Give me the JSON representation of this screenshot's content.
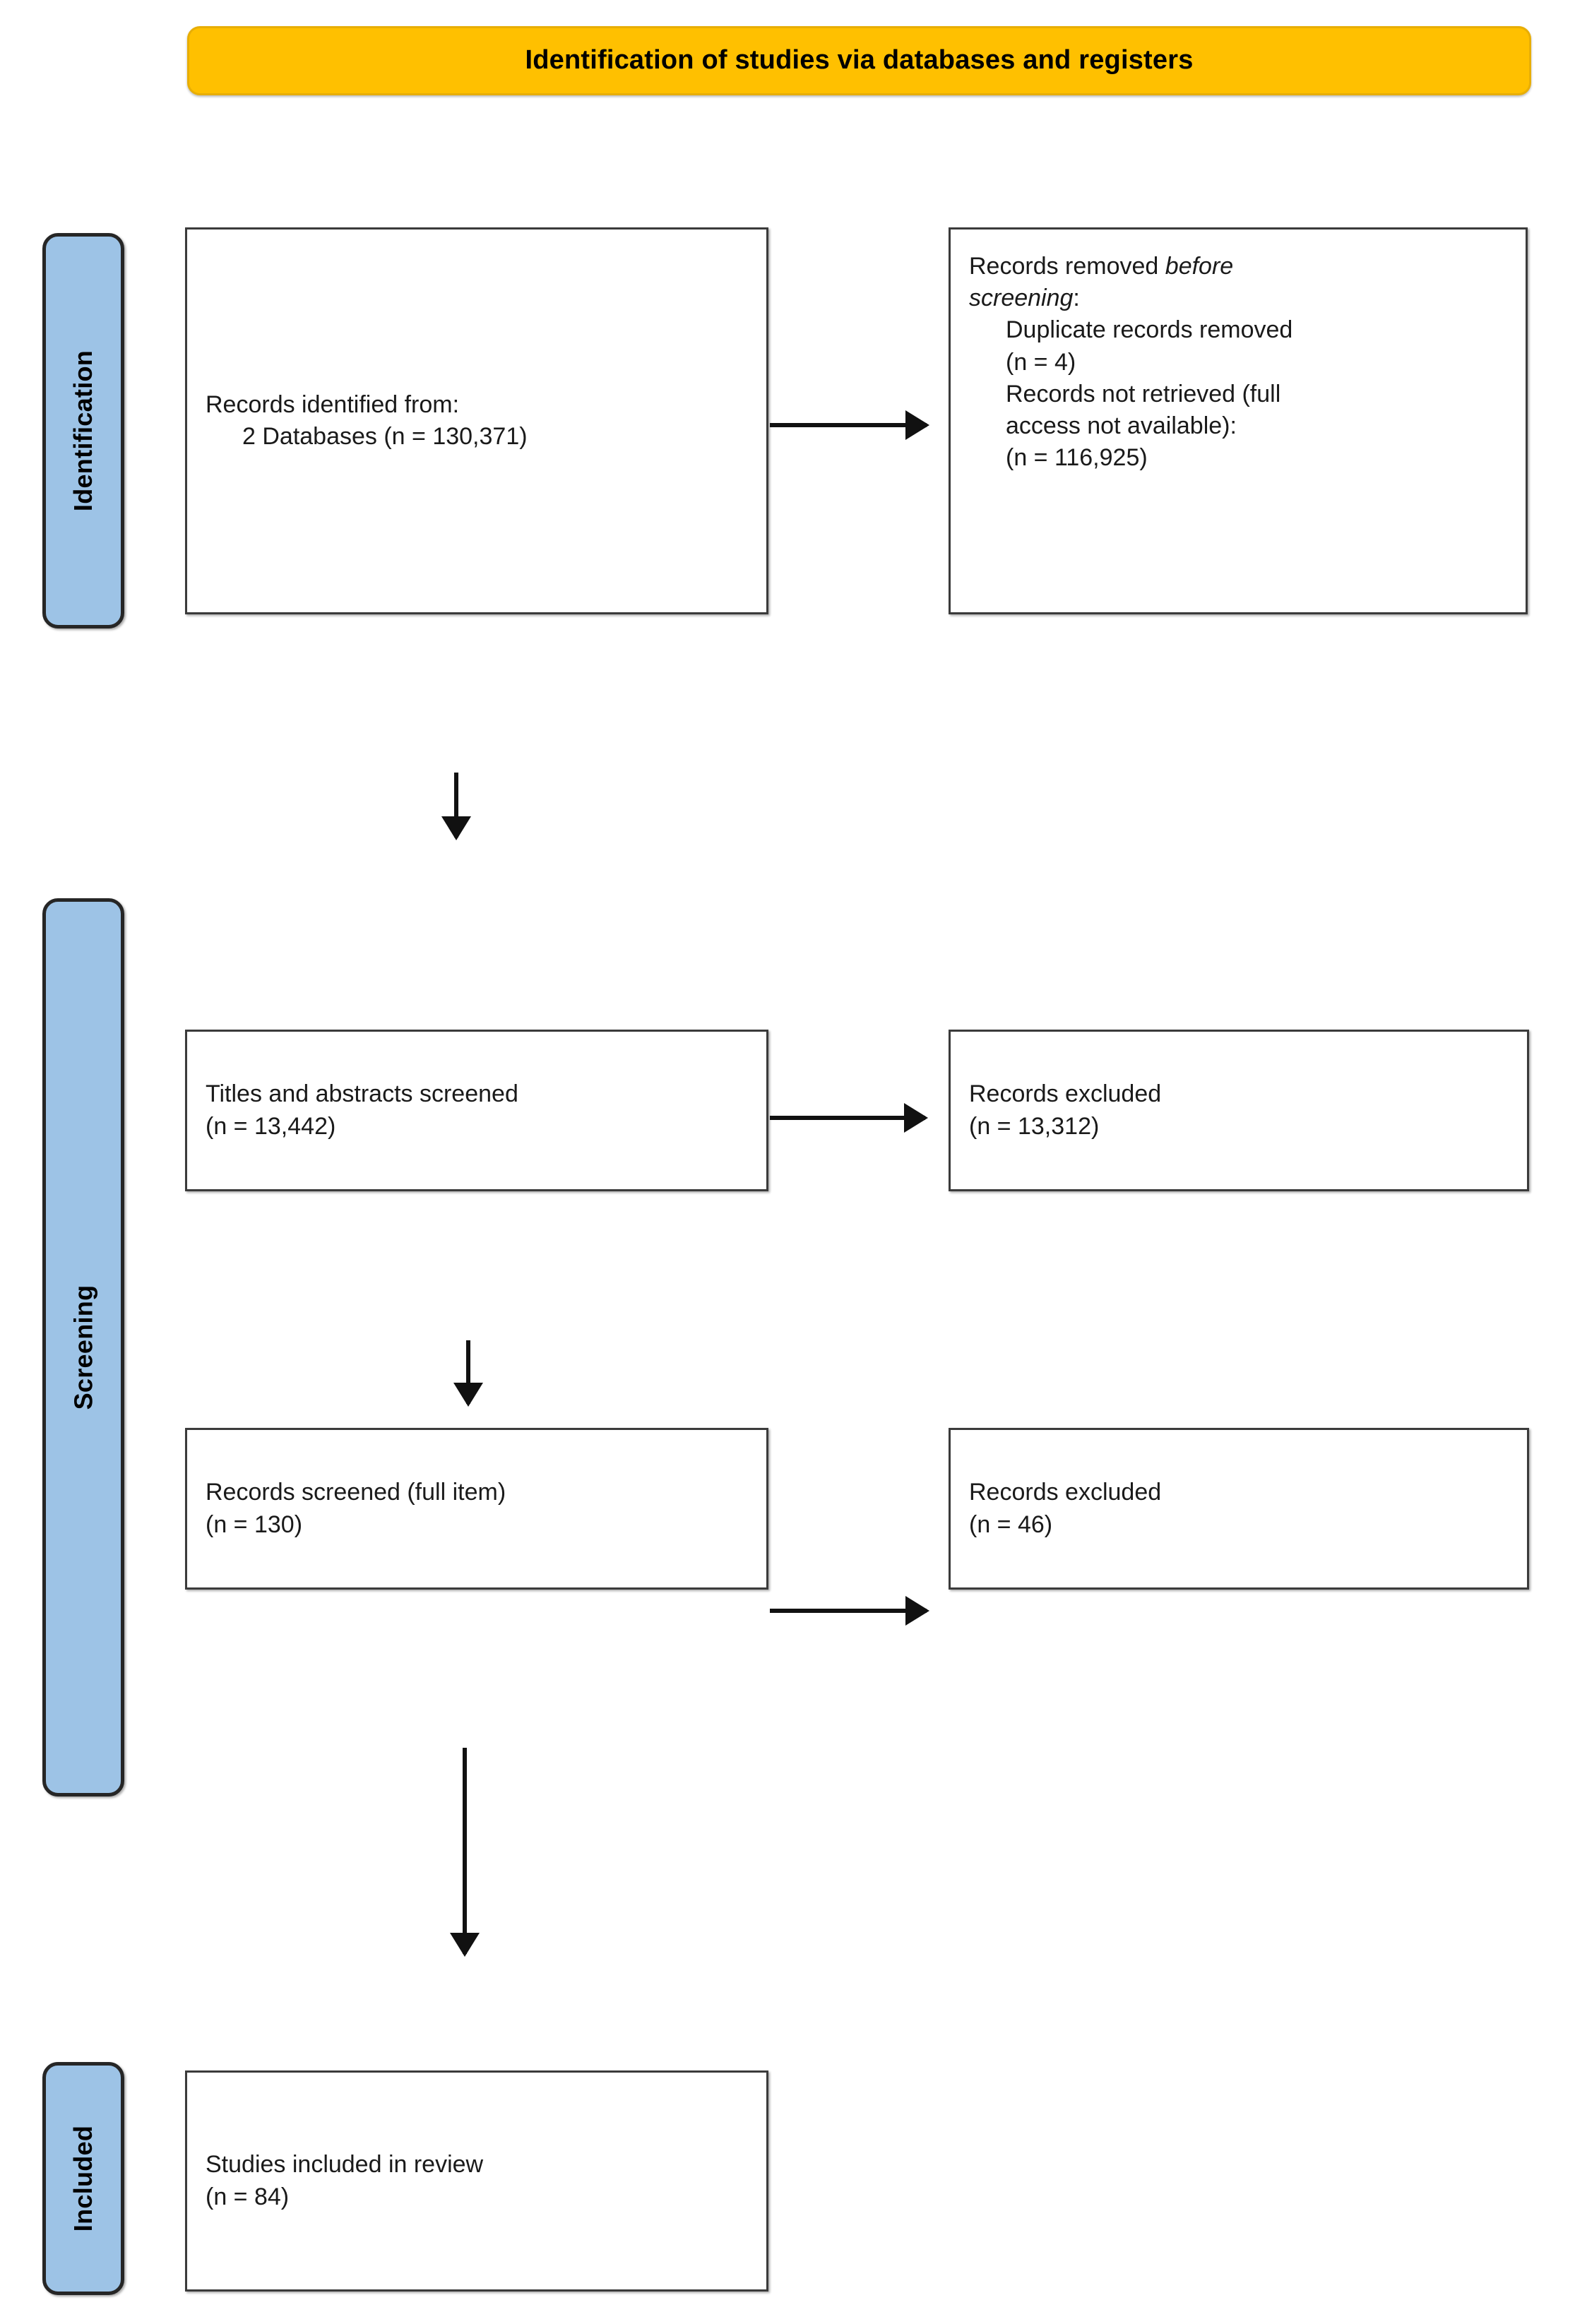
{
  "banner": {
    "title": "Identification of studies via databases and registers"
  },
  "colors": {
    "banner_fill": "#FFC000",
    "banner_border": "#E8AE06",
    "stage_fill": "#9DC3E6",
    "stage_border": "#262626",
    "box_border": "#3B3B3B",
    "arrow": "#111111",
    "text": "#000000"
  },
  "stages": [
    {
      "id": "identification",
      "label": "Identification"
    },
    {
      "id": "screening",
      "label": "Screening"
    },
    {
      "id": "included",
      "label": "Included"
    }
  ],
  "boxes": {
    "identified": {
      "line1": "Records identified from:",
      "line2": "2 Databases (n = 130,371)"
    },
    "removed": {
      "line1a": "Records removed ",
      "line1b": "before",
      "line2a": "screening",
      "line2b": ":",
      "line3": "Duplicate records removed",
      "line4": "(n = 4)",
      "line5": "Records not retrieved (full",
      "line6": "access not available):",
      "line7": "(n = 116,925)"
    },
    "titles_screened": {
      "line1": "Titles and abstracts screened",
      "line2": "(n = 13,442)"
    },
    "excluded_1": {
      "line1": "Records excluded",
      "line2": "(n = 13,312)"
    },
    "fulltext_screened": {
      "line1": "Records screened (full item)",
      "line2": "(n = 130)"
    },
    "excluded_2": {
      "line1": "Records excluded",
      "line2": "(n = 46)"
    },
    "included": {
      "line1": "Studies included in review",
      "line2": "(n = 84)"
    }
  },
  "chart_data": {
    "type": "diagram",
    "title": "Identification of studies via databases and registers",
    "stages": [
      "Identification",
      "Screening",
      "Included"
    ],
    "nodes": [
      {
        "id": "identified",
        "stage": "Identification",
        "label": "Records identified from: 2 Databases",
        "n": 130371
      },
      {
        "id": "removed_duplicate",
        "stage": "Identification",
        "label": "Records removed before screening: Duplicate records removed",
        "n": 4
      },
      {
        "id": "removed_notretrieved",
        "stage": "Identification",
        "label": "Records removed before screening: Records not retrieved (full access not available)",
        "n": 116925
      },
      {
        "id": "titles_screened",
        "stage": "Screening",
        "label": "Titles and abstracts screened",
        "n": 13442
      },
      {
        "id": "excluded_1",
        "stage": "Screening",
        "label": "Records excluded",
        "n": 13312
      },
      {
        "id": "fulltext_screened",
        "stage": "Screening",
        "label": "Records screened (full item)",
        "n": 130
      },
      {
        "id": "excluded_2",
        "stage": "Screening",
        "label": "Records excluded",
        "n": 46
      },
      {
        "id": "included",
        "stage": "Included",
        "label": "Studies included in review",
        "n": 84
      }
    ],
    "edges": [
      {
        "from": "identified",
        "to": "removed_duplicate",
        "direction": "right"
      },
      {
        "from": "identified",
        "to": "titles_screened",
        "direction": "down"
      },
      {
        "from": "titles_screened",
        "to": "excluded_1",
        "direction": "right"
      },
      {
        "from": "titles_screened",
        "to": "fulltext_screened",
        "direction": "down"
      },
      {
        "from": "fulltext_screened",
        "to": "excluded_2",
        "direction": "right"
      },
      {
        "from": "fulltext_screened",
        "to": "included",
        "direction": "down"
      }
    ]
  }
}
